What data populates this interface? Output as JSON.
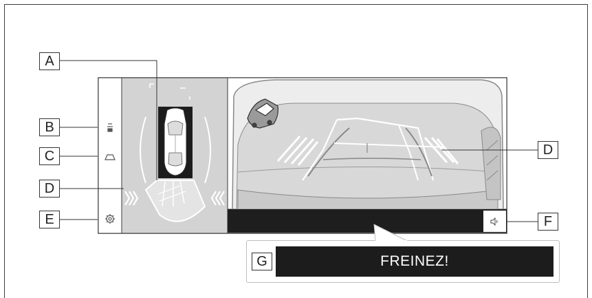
{
  "callouts": {
    "a": "A",
    "b": "B",
    "c": "C",
    "d_left": "D",
    "d_right": "D",
    "e": "E",
    "f": "F",
    "g": "G"
  },
  "warning_text": "FREINEZ!",
  "icons": {
    "sonar": "parking-sensor-icon",
    "view": "camera-view-icon",
    "settings": "gear-icon",
    "sound": "speaker-icon"
  },
  "colors": {
    "panel_gray": "#d3d3d3",
    "camera_bg": "#ffffff",
    "dark": "#1c1c1c",
    "line": "#3a3a3a"
  }
}
